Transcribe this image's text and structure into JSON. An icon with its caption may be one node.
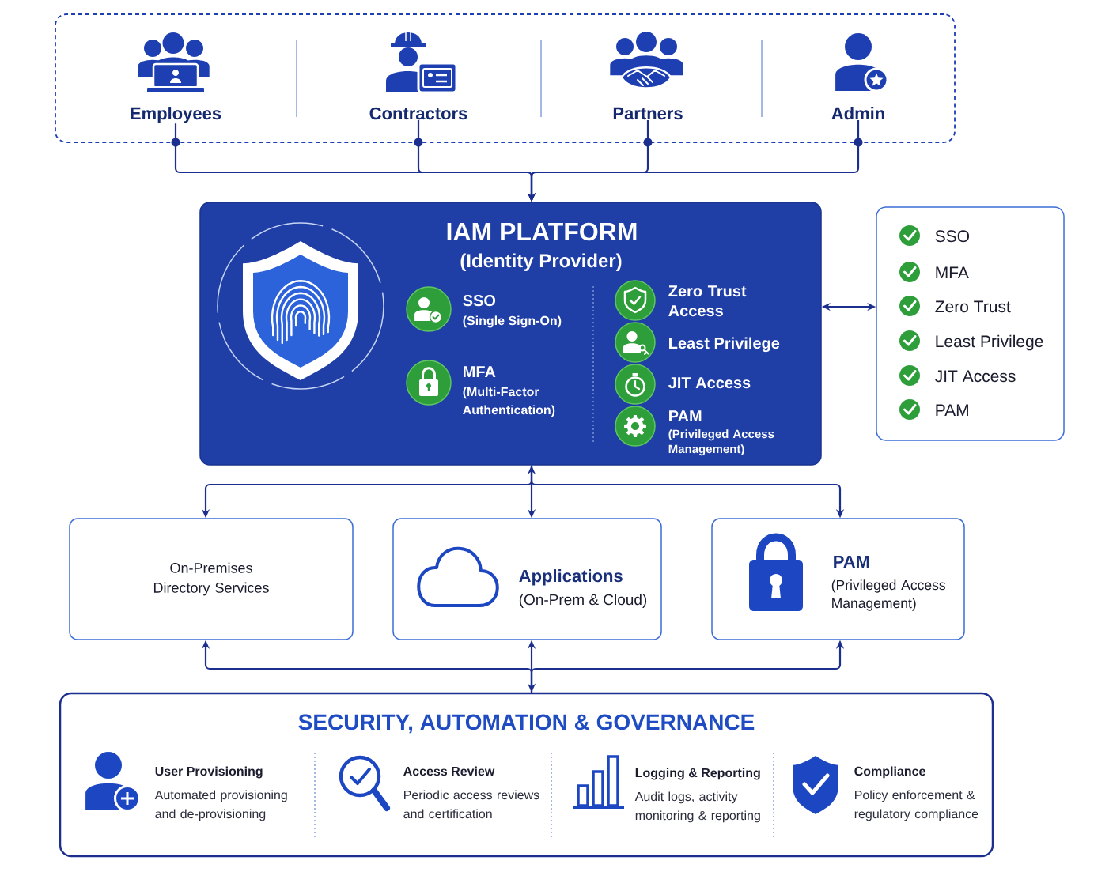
{
  "diagram": {
    "nodes": [
      {
        "text": [],
        "shape": "box"
      },
      {
        "text": [
          "Employees"
        ],
        "in": 0
      },
      {
        "text": [
          "Contractors"
        ],
        "in": 0
      },
      {
        "text": [
          "Partners"
        ],
        "in": 0
      },
      {
        "text": [
          "Admin"
        ],
        "in": 0
      },
      {
        "text": [
          "IAM PLATFORM",
          "(Identity Provider)",
          "SSO",
          "(Single Sign-On)",
          "MFA",
          "(Multi-Factor Authentication)",
          "Zero Trust Access",
          "Least Privilege",
          "JIT Access",
          "PAM",
          "(Privileged Access Management)"
        ]
      },
      {
        "text": [
          "SSO",
          "MFA",
          "Zero Trust",
          "Least Privilege",
          "JIT Access",
          "PAM"
        ]
      },
      {
        "text": [
          "On-Premises Directory Services"
        ]
      },
      {
        "text": [
          "Applications",
          "(On-Prem & Cloud)"
        ]
      },
      {
        "text": [
          "PAM",
          "(Privileged Access Management)"
        ]
      },
      {
        "text": [
          "SECURITY, AUTOMATION & GOVERNANCE",
          "User Provisioning",
          "Automated provisioning and de-provisioning",
          "Access Review",
          "Periodic access reviews and certification",
          "Logging & Reporting",
          "Audit logs, activity monitoring & reporting",
          "Compliance",
          "Policy enforcement & regulatory compliance"
        ]
      }
    ],
    "edges": [
      {
        "from": 1,
        "to": 5,
        "arrow": "to"
      },
      {
        "from": 2,
        "to": 5,
        "arrow": "to"
      },
      {
        "from": 3,
        "to": 5,
        "arrow": "to"
      },
      {
        "from": 4,
        "to": 5,
        "arrow": "to"
      },
      {
        "from": 5,
        "to": 6,
        "arrow": "both"
      },
      {
        "from": 5,
        "to": 7,
        "arrow": "to"
      },
      {
        "from": 5,
        "to": 8,
        "arrow": "both"
      },
      {
        "from": 5,
        "to": 9,
        "arrow": "to"
      },
      {
        "from": 10,
        "to": 7,
        "arrow": "to"
      },
      {
        "from": 8,
        "to": 10,
        "arrow": "both"
      },
      {
        "from": 10,
        "to": 9,
        "arrow": "to"
      }
    ]
  }
}
